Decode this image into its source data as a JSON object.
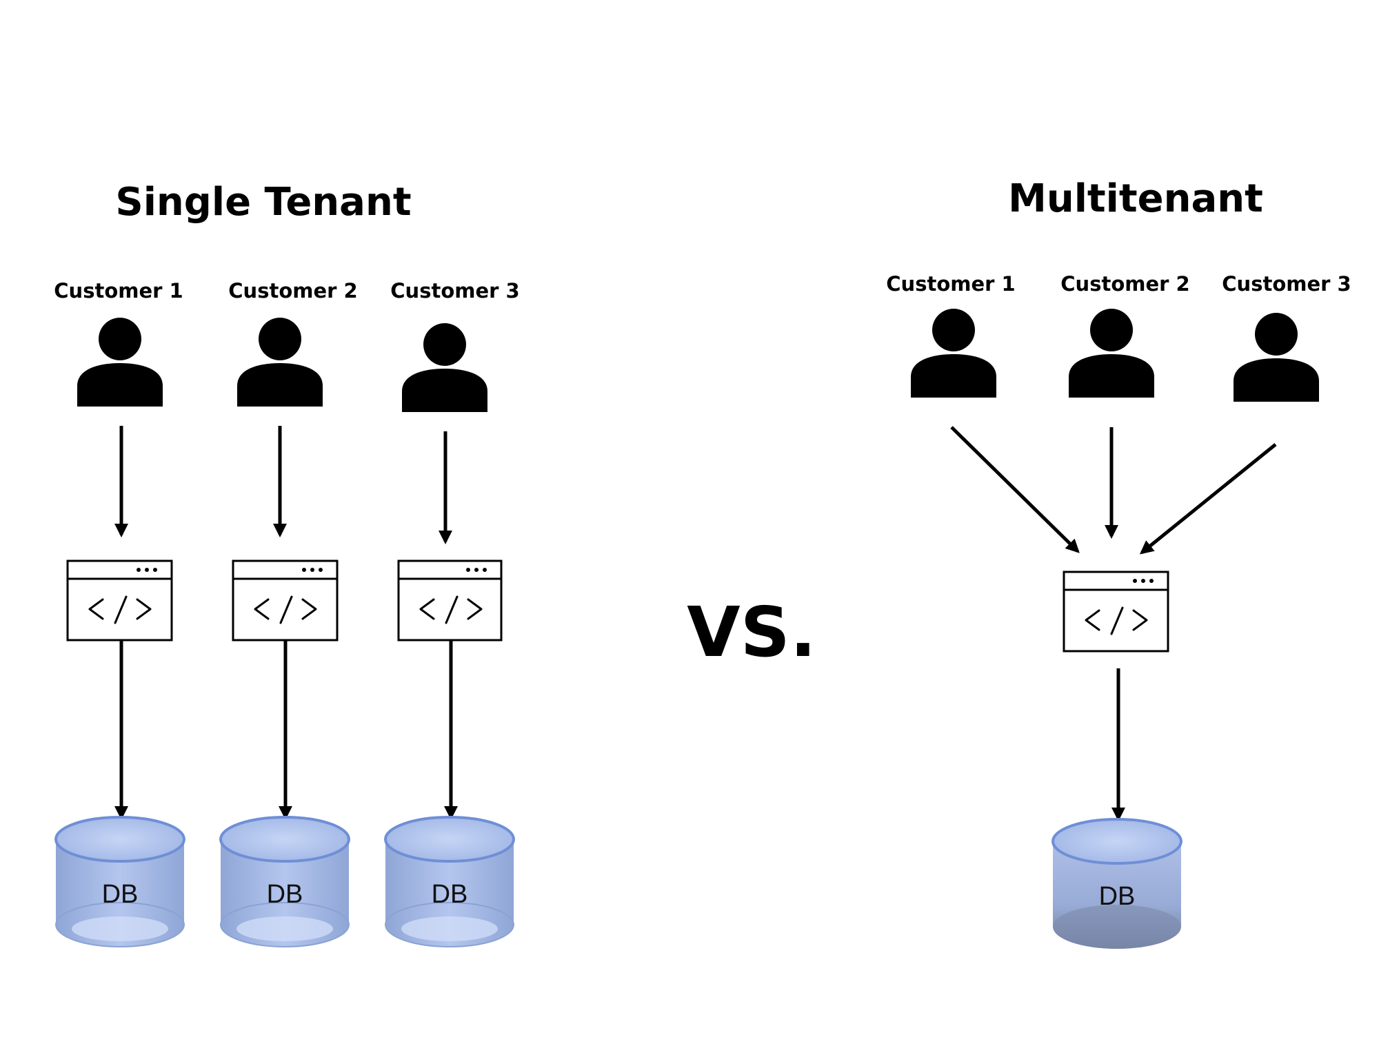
{
  "left": {
    "title": "Single Tenant",
    "customers": [
      "Customer 1",
      "Customer 2",
      "Customer 3"
    ],
    "db_labels": [
      "DB",
      "DB",
      "DB"
    ]
  },
  "vs_label": "VS.",
  "right": {
    "title": "Multitenant",
    "customers": [
      "Customer 1",
      "Customer 2",
      "Customer 3"
    ],
    "db_label": "DB"
  },
  "icons": {
    "customer": "user-icon",
    "app": "code-window-icon",
    "database": "database-icon"
  },
  "colors": {
    "db_fill": "#a9bde6",
    "db_rim": "#6f8fd6",
    "db_dark": "#7e8fb4",
    "ink": "#000000"
  }
}
